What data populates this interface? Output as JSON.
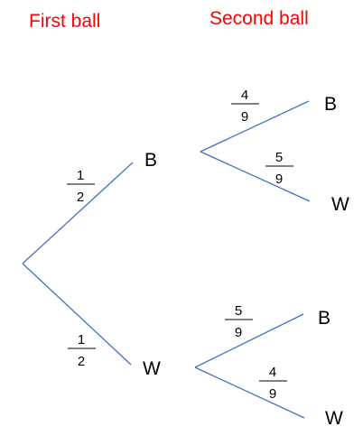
{
  "headings": {
    "first": "First ball",
    "second": "Second ball"
  },
  "colors": {
    "heading": "#ff0000",
    "branch": "#4472c4",
    "text": "#000000"
  },
  "tree": {
    "first_level": [
      {
        "outcome": "B",
        "probability": {
          "numerator": "1",
          "denominator": "2"
        },
        "second_level": [
          {
            "outcome": "B",
            "probability": {
              "numerator": "4",
              "denominator": "9"
            }
          },
          {
            "outcome": "W",
            "probability": {
              "numerator": "5",
              "denominator": "9"
            }
          }
        ]
      },
      {
        "outcome": "W",
        "probability": {
          "numerator": "1",
          "denominator": "2"
        },
        "second_level": [
          {
            "outcome": "B",
            "probability": {
              "numerator": "5",
              "denominator": "9"
            }
          },
          {
            "outcome": "W",
            "probability": {
              "numerator": "4",
              "denominator": "9"
            }
          }
        ]
      }
    ]
  }
}
